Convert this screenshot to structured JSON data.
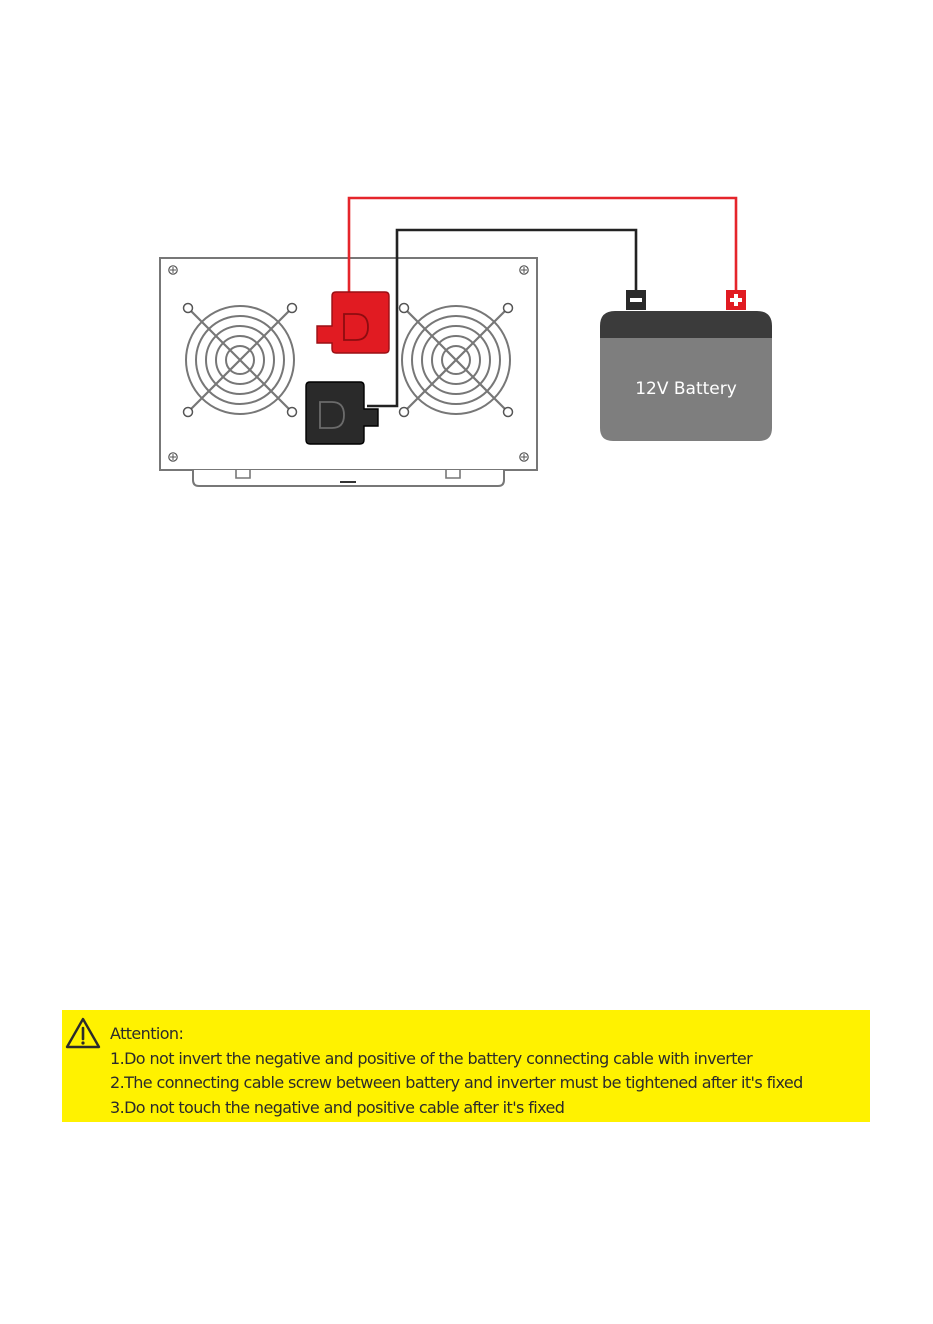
{
  "battery": {
    "label": "12V Battery"
  },
  "colors": {
    "positive_cable": "#e5252b",
    "negative_cable": "#222222",
    "positive_terminal": "#e11b22",
    "negative_terminal": "#2a2a2a",
    "battery_body": "#7e7e7e",
    "battery_top": "#3b3b3b",
    "attention_bg": "#fff200"
  },
  "icons": {
    "warning": "warning-triangle-icon",
    "fan": "fan-grille-icon",
    "positive_terminal": "plus-icon",
    "negative_terminal": "minus-icon"
  },
  "attention": {
    "title": "Attention:",
    "items": [
      "1.Do not invert the negative and positive of the battery connecting cable with inverter",
      "2.The connecting cable screw between battery and inverter must be tightened after it's fixed",
      "3.Do not touch the negative and positive cable after it's fixed"
    ]
  }
}
